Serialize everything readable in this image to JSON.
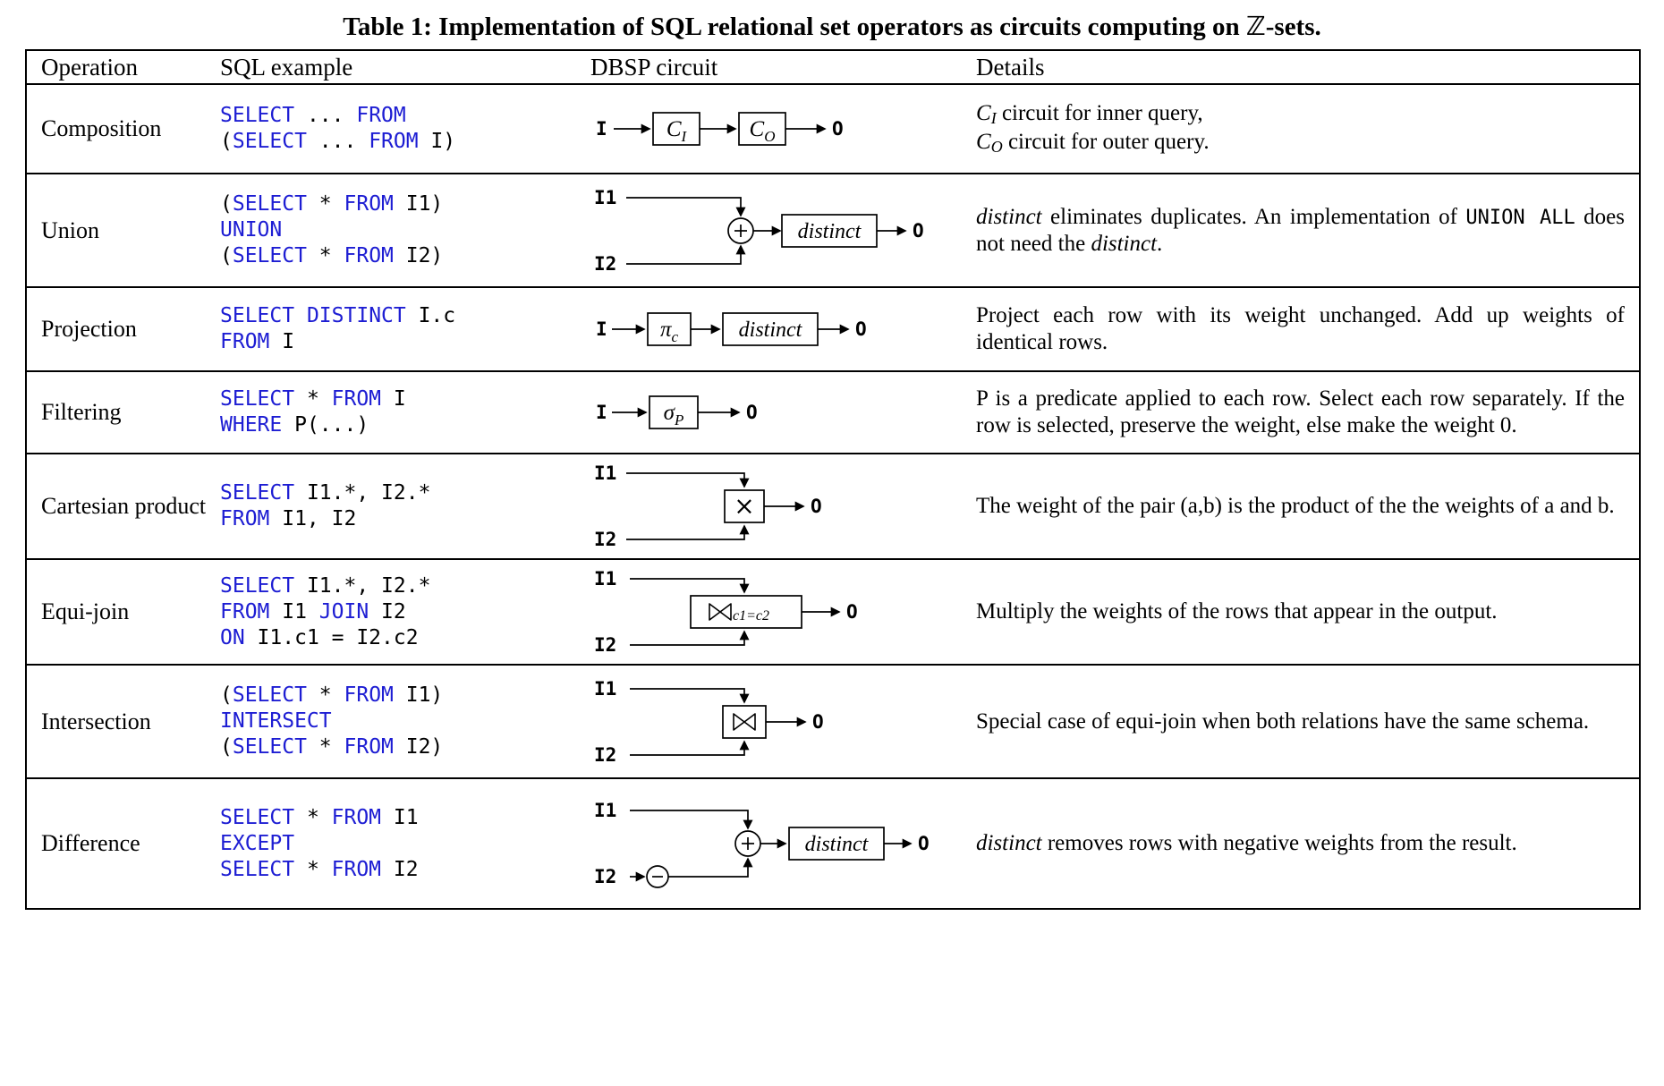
{
  "title": "Table 1: Implementation of SQL relational set operators as circuits computing on ℤ-sets.",
  "columns": [
    "Operation",
    "SQL example",
    "DBSP circuit",
    "Details"
  ],
  "palette": {
    "sql_keyword": "#1d1dd3",
    "text": "#000000",
    "background": "#ffffff",
    "border": "#000000"
  },
  "rows": [
    {
      "operation": "Composition",
      "sql": [
        [
          {
            "t": "SELECT",
            "k": 1
          },
          {
            "t": " ... "
          },
          {
            "t": "FROM",
            "k": 1
          }
        ],
        [
          {
            "t": "("
          },
          {
            "t": "SELECT",
            "k": 1
          },
          {
            "t": " ... "
          },
          {
            "t": "FROM",
            "k": 1
          },
          {
            "t": " I)"
          }
        ]
      ],
      "circuit": {
        "in": "I",
        "b1": "C",
        "b1s": "I",
        "b2": "C",
        "b2s": "O",
        "out": "O"
      },
      "details": [
        {
          "t": "C",
          "s": "i"
        },
        {
          "t": "I",
          "s": "sub"
        },
        {
          "t": " circuit for inner query,"
        },
        {
          "br": 1
        },
        {
          "t": "C",
          "s": "i"
        },
        {
          "t": "O",
          "s": "sub"
        },
        {
          "t": " circuit for outer query."
        }
      ]
    },
    {
      "operation": "Union",
      "sql": [
        [
          {
            "t": "("
          },
          {
            "t": "SELECT",
            "k": 1
          },
          {
            "t": " * "
          },
          {
            "t": "FROM",
            "k": 1
          },
          {
            "t": " I1)"
          }
        ],
        [
          {
            "t": "UNION",
            "k": 1
          }
        ],
        [
          {
            "t": "("
          },
          {
            "t": "SELECT",
            "k": 1
          },
          {
            "t": " * "
          },
          {
            "t": "FROM",
            "k": 1
          },
          {
            "t": " I2)"
          }
        ]
      ],
      "circuit": {
        "in1": "I1",
        "in2": "I2",
        "box": "distinct",
        "out": "O"
      },
      "details": [
        {
          "t": "distinct",
          "s": "i"
        },
        {
          "t": " eliminates duplicates. An implementation of "
        },
        {
          "t": "UNION ALL",
          "s": "m"
        },
        {
          "t": " does not need the "
        },
        {
          "t": "distinct",
          "s": "i"
        },
        {
          "t": "."
        }
      ]
    },
    {
      "operation": "Projection",
      "sql": [
        [
          {
            "t": "SELECT",
            "k": 1
          },
          {
            "t": " "
          },
          {
            "t": "DISTINCT",
            "k": 1
          },
          {
            "t": " I.c"
          }
        ],
        [
          {
            "t": "FROM",
            "k": 1
          },
          {
            "t": " I"
          }
        ]
      ],
      "circuit": {
        "in": "I",
        "b1": "π",
        "b1s": "c",
        "box": "distinct",
        "out": "O"
      },
      "details": [
        {
          "t": "Project each row with its weight unchanged. Add up weights of identical rows."
        }
      ]
    },
    {
      "operation": "Filtering",
      "sql": [
        [
          {
            "t": "SELECT",
            "k": 1
          },
          {
            "t": " * "
          },
          {
            "t": "FROM",
            "k": 1
          },
          {
            "t": " I"
          }
        ],
        [
          {
            "t": "WHERE",
            "k": 1
          },
          {
            "t": " P(...)"
          }
        ]
      ],
      "circuit": {
        "in": "I",
        "b1": "σ",
        "b1s": "P",
        "out": "O"
      },
      "details": [
        {
          "t": "P is a predicate applied to each row. Select each row separately. If the row is selected, preserve the weight, else make the weight 0."
        }
      ]
    },
    {
      "operation": "Cartesian product",
      "sql": [
        [
          {
            "t": "SELECT",
            "k": 1
          },
          {
            "t": " I1.*, I2.*"
          }
        ],
        [
          {
            "t": "FROM",
            "k": 1
          },
          {
            "t": " I1, I2"
          }
        ]
      ],
      "circuit": {
        "in1": "I1",
        "in2": "I2",
        "box": "×",
        "out": "O"
      },
      "details": [
        {
          "t": "The weight of the pair (a,b) is the product of the the weights of a and b."
        }
      ]
    },
    {
      "operation": "Equi-join",
      "sql": [
        [
          {
            "t": "SELECT",
            "k": 1
          },
          {
            "t": " I1.*, I2.*"
          }
        ],
        [
          {
            "t": "FROM",
            "k": 1
          },
          {
            "t": " I1 "
          },
          {
            "t": "JOIN",
            "k": 1
          },
          {
            "t": " I2"
          }
        ],
        [
          {
            "t": "ON",
            "k": 1
          },
          {
            "t": " I1.c1 = I2.c2"
          }
        ]
      ],
      "circuit": {
        "in1": "I1",
        "in2": "I2",
        "joinsub": "c1=c2",
        "out": "O"
      },
      "details": [
        {
          "t": "Multiply the weights of the rows that appear in the output."
        }
      ]
    },
    {
      "operation": "Intersection",
      "sql": [
        [
          {
            "t": "("
          },
          {
            "t": "SELECT",
            "k": 1
          },
          {
            "t": " * "
          },
          {
            "t": "FROM",
            "k": 1
          },
          {
            "t": " I1)"
          }
        ],
        [
          {
            "t": "INTERSECT",
            "k": 1
          }
        ],
        [
          {
            "t": "("
          },
          {
            "t": "SELECT",
            "k": 1
          },
          {
            "t": " * "
          },
          {
            "t": "FROM",
            "k": 1
          },
          {
            "t": " I2)"
          }
        ]
      ],
      "circuit": {
        "in1": "I1",
        "in2": "I2",
        "out": "O"
      },
      "details": [
        {
          "t": "Special case of equi-join when both relations have the same schema."
        }
      ]
    },
    {
      "operation": "Difference",
      "sql": [
        [
          {
            "t": "SELECT",
            "k": 1
          },
          {
            "t": " * "
          },
          {
            "t": "FROM",
            "k": 1
          },
          {
            "t": " I1"
          }
        ],
        [
          {
            "t": "EXCEPT",
            "k": 1
          }
        ],
        [
          {
            "t": "SELECT",
            "k": 1
          },
          {
            "t": " * "
          },
          {
            "t": "FROM",
            "k": 1
          },
          {
            "t": " I2"
          }
        ]
      ],
      "circuit": {
        "in1": "I1",
        "in2": "I2",
        "box": "distinct",
        "out": "O"
      },
      "details": [
        {
          "t": "distinct",
          "s": "i"
        },
        {
          "t": " removes rows with negative weights from the result."
        }
      ]
    }
  ]
}
